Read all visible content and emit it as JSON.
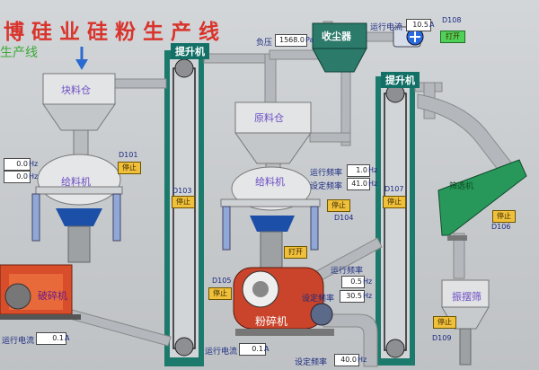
{
  "title": "博硅业硅粉生产线",
  "subtitle": "生产线",
  "labels": {
    "block_bin": "块料仓",
    "raw_bin": "原料仓",
    "feeder_left": "给料机",
    "feeder_mid": "给料机",
    "elevator_left": "提升机",
    "elevator_right": "提升机",
    "dust_collector": "收尘器",
    "crusher": "破碎机",
    "mill": "粉碎机",
    "screen": "筛选机",
    "vibro": "振摆筛"
  },
  "tags": {
    "d101": "D101",
    "d103": "D103",
    "d104": "D104",
    "d105": "D105",
    "d106": "D106",
    "d107": "D107",
    "d108": "D108",
    "d109": "D109"
  },
  "left_feeder": {
    "v1": "0.0",
    "v2": "0.0",
    "unit": "Hz"
  },
  "load": {
    "label": "负压",
    "value": "1568.0",
    "unit": "Pa"
  },
  "fan": {
    "label": "运行电流",
    "value": "10.5",
    "unit": "A"
  },
  "mid_feeder": {
    "run_freq_label": "运行频率",
    "run_freq": "1.0",
    "set_freq_label": "设定频率",
    "set_freq": "41.0",
    "unit": "Hz"
  },
  "mill_drive": {
    "run_freq_label": "运行频率",
    "run_freq": "0.5",
    "set_freq_label": "设定频率",
    "set_freq": "30.5",
    "unit": "Hz"
  },
  "bottom": {
    "left_current_label": "运行电流",
    "left_current": "0.1",
    "mid_current_label": "运行电流",
    "mid_current": "0.1",
    "set_freq_label": "设定频率",
    "set_freq": "40.0",
    "unit_a": "A",
    "unit_hz": "Hz"
  },
  "status": {
    "stop": "停止",
    "open": "打开",
    "open_green": "打开"
  }
}
